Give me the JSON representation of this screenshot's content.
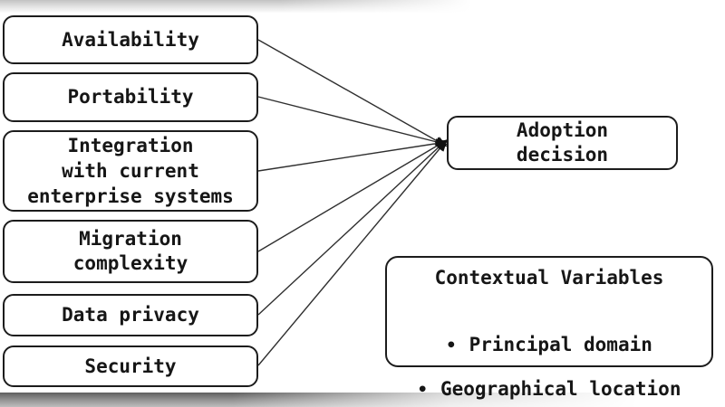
{
  "diagram": {
    "factors": [
      {
        "label": "Availability"
      },
      {
        "label": "Portability"
      },
      {
        "label": "Integration\nwith current\nenterprise systems"
      },
      {
        "label": "Migration\ncomplexity"
      },
      {
        "label": "Data privacy"
      },
      {
        "label": "Security"
      }
    ],
    "decision": {
      "label": "Adoption\ndecision"
    },
    "contextual": {
      "title": "Contextual Variables",
      "bullet_char": "•",
      "items": [
        "Principal domain",
        "Geographical location"
      ]
    },
    "colors": {
      "box_border": "#1c1c1c",
      "box_fill": "#ffffff",
      "text": "#161616",
      "connector": "#2f2f2f",
      "background": "#ffffff",
      "shade_gray": "#8d8d8d"
    }
  }
}
